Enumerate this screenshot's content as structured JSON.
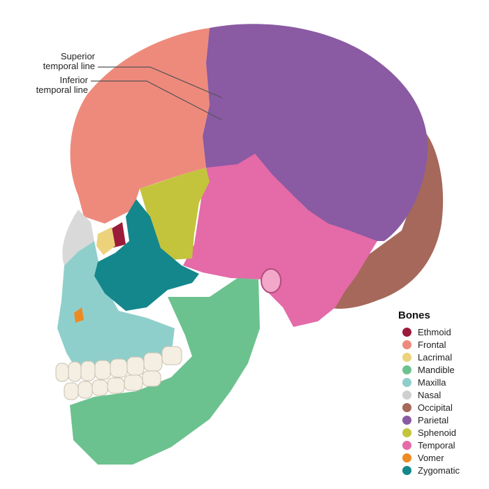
{
  "labels": {
    "superior_temporal_line": "Superior\ntemporal line",
    "inferior_temporal_line": "Inferior\ntemporal line"
  },
  "legend": {
    "title": "Bones",
    "items": [
      {
        "label": "Ethmoid",
        "color": "#9b1b3a"
      },
      {
        "label": "Frontal",
        "color": "#ee8a7c"
      },
      {
        "label": "Lacrimal",
        "color": "#ecd27a"
      },
      {
        "label": "Mandible",
        "color": "#6cc28f"
      },
      {
        "label": "Maxilla",
        "color": "#8fcfcb"
      },
      {
        "label": "Nasal",
        "color": "#cfcfcf"
      },
      {
        "label": "Occipital",
        "color": "#a6685a"
      },
      {
        "label": "Parietal",
        "color": "#8a5aa3"
      },
      {
        "label": "Sphenoid",
        "color": "#c3c43c"
      },
      {
        "label": "Temporal",
        "color": "#e46aa8"
      },
      {
        "label": "Vomer",
        "color": "#ee8a22"
      },
      {
        "label": "Zygomatic",
        "color": "#14878c"
      }
    ]
  }
}
